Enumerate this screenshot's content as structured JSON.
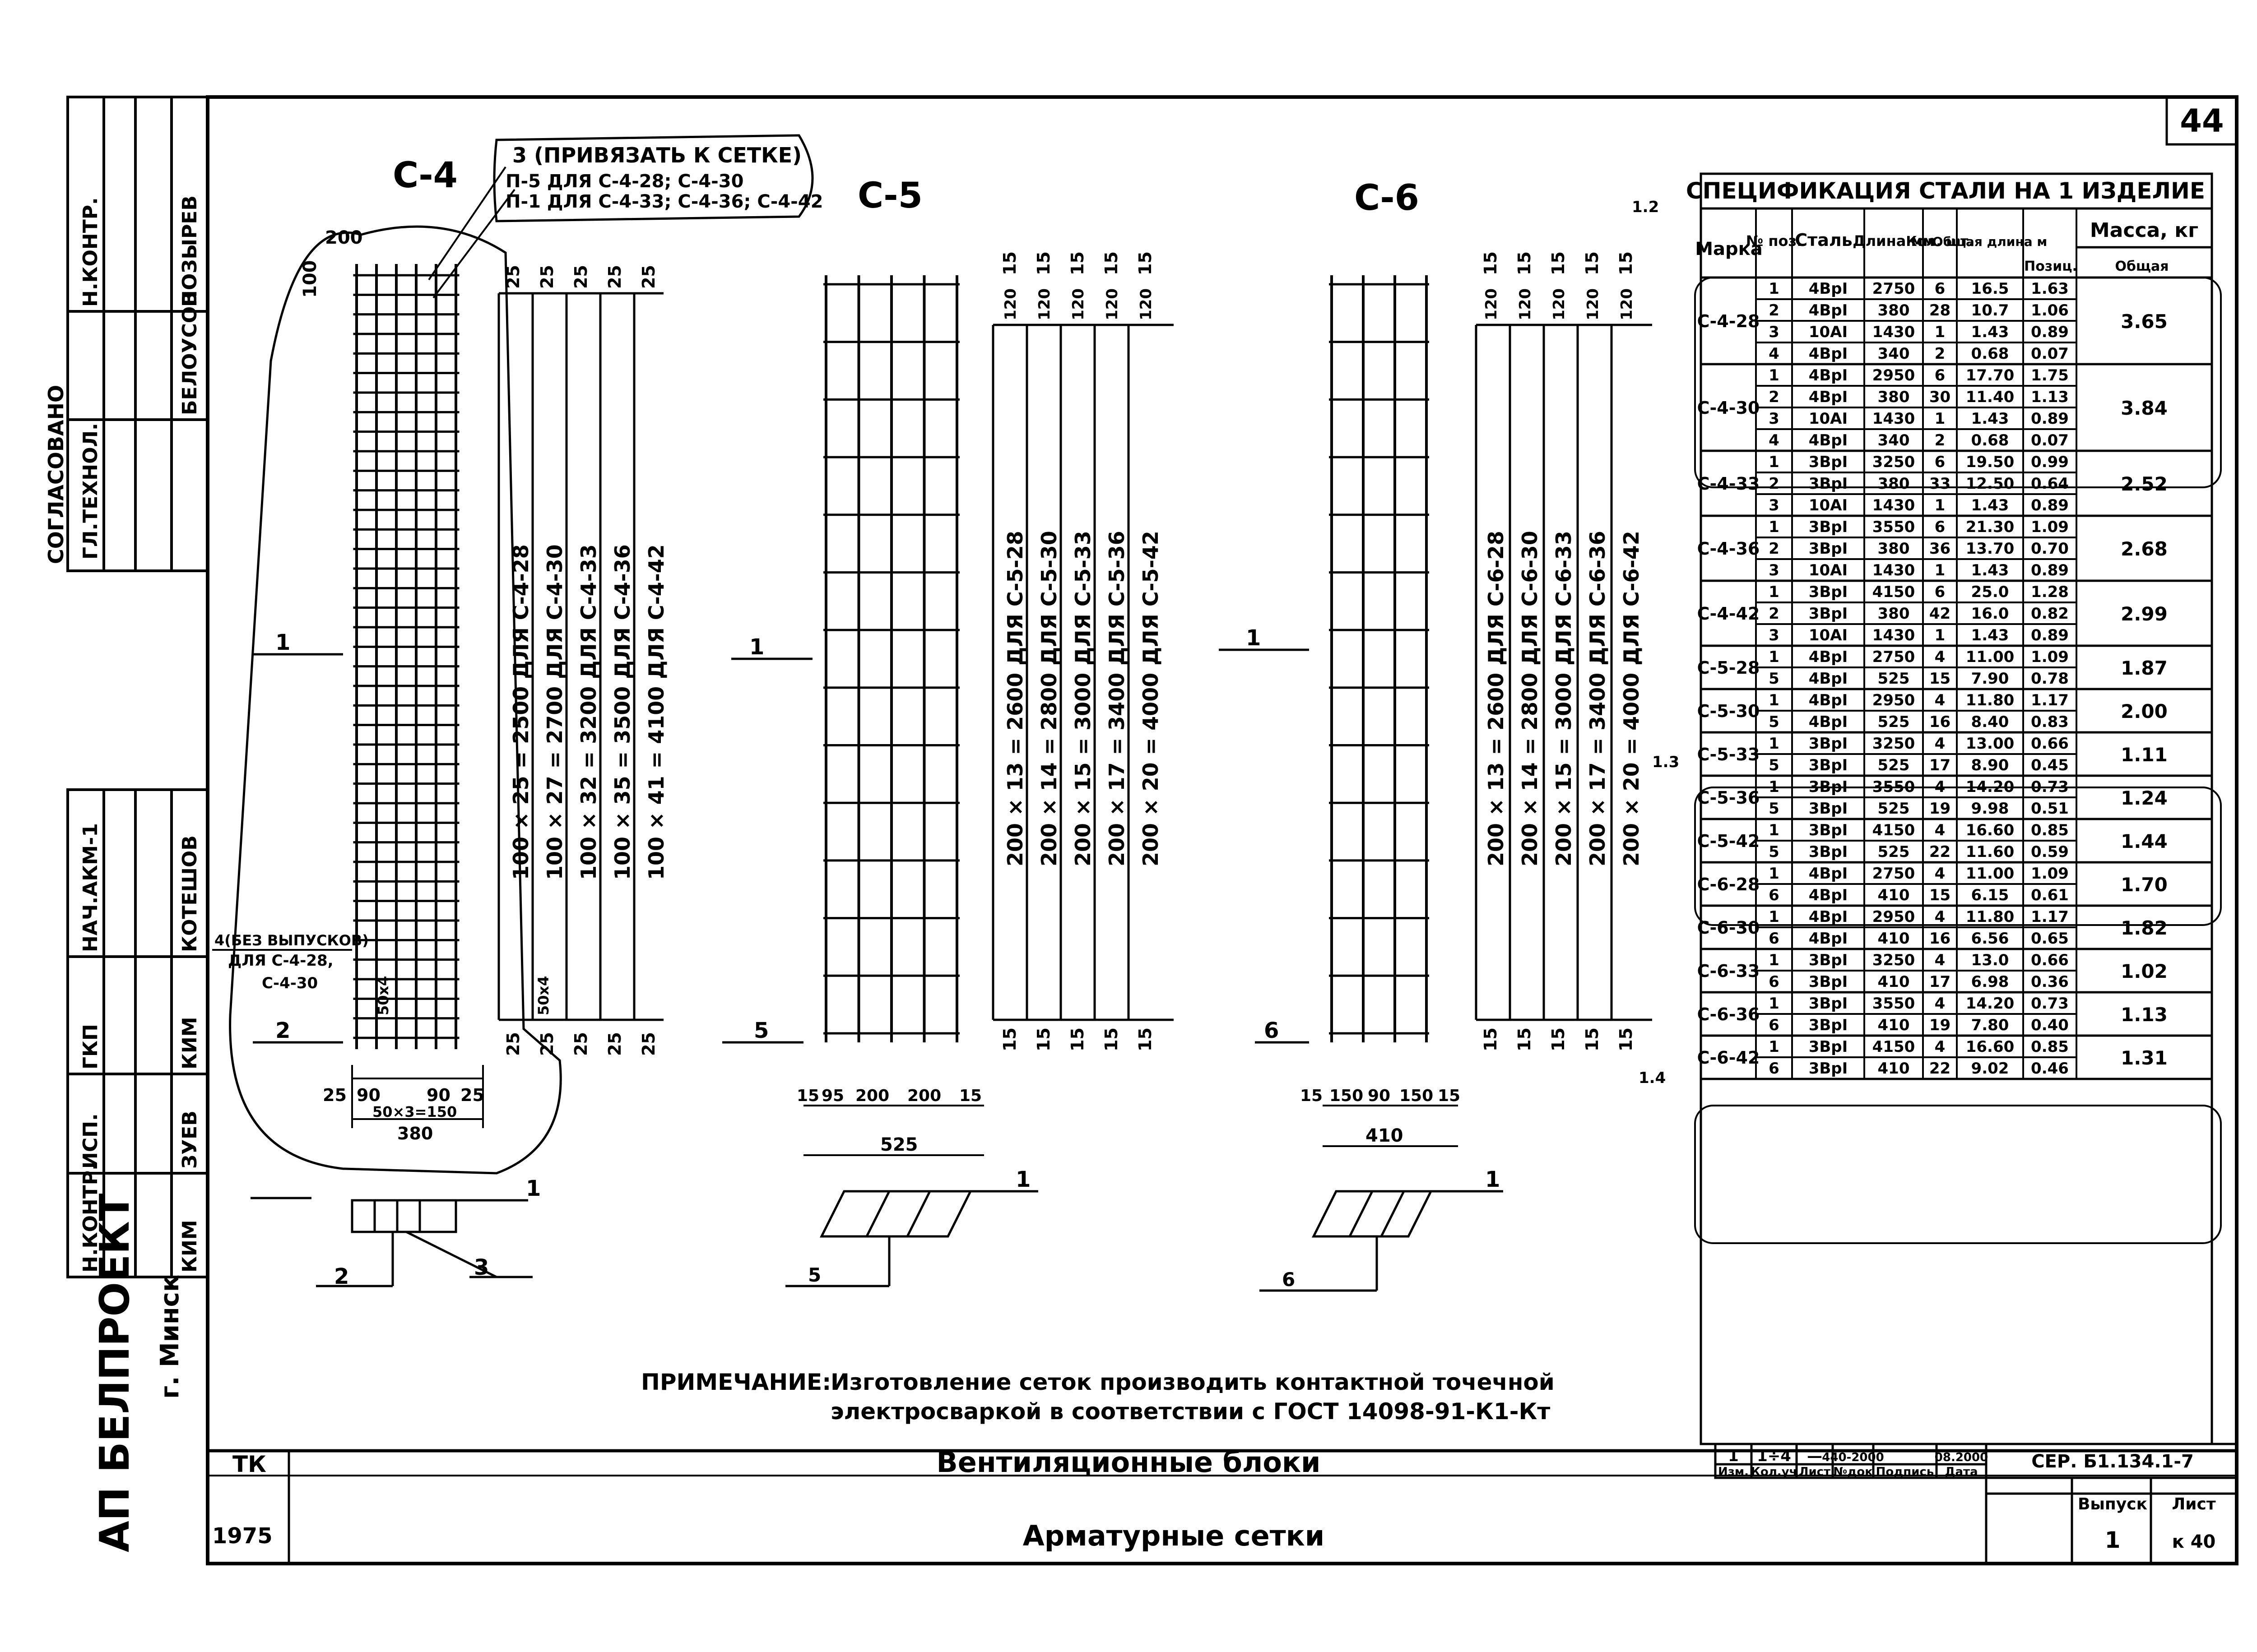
{
  "sheet_number": "44",
  "drawings": [
    {
      "label": "С-4",
      "note_lines": [
        "3 (ПРИВЯЗАТЬ К СЕТКЕ)",
        "П-5 ДЛЯ С-4-28; С-4-30",
        "П-1 ДЛЯ С-4-33; С-4-36; С-4-42"
      ],
      "top_dims": [
        "25",
        "25",
        "25",
        "25",
        "25"
      ],
      "bottom_dims": [
        "25",
        "25",
        "25",
        "25",
        "25"
      ],
      "side_dims": [
        "200",
        "100"
      ],
      "small_dims": [
        "50х4",
        "50х4"
      ],
      "length_labels": [
        "100 × 25 = 2500  ДЛЯ  С-4-28",
        "100 × 27 = 2700  ДЛЯ  С-4-30",
        "100 × 32 = 3200  ДЛЯ  С-4-33",
        "100 × 35 = 3500  ДЛЯ  С-4-36",
        "100 × 41 = 4100  ДЛЯ  С-4-42"
      ],
      "pos_note_lines": [
        "4(БЕЗ ВЫПУСКОВ)",
        "ДЛЯ С-4-28,",
        "С-4-30"
      ],
      "width_dims": [
        "25",
        "90",
        "90",
        "25"
      ],
      "sub_dim": "50×3=150",
      "total_width": "380",
      "markers": [
        "1",
        "2",
        "2",
        "3"
      ]
    },
    {
      "label": "С-5",
      "top_dims": [
        "15",
        "15",
        "15",
        "15",
        "15"
      ],
      "inner_dims": [
        "120",
        "120",
        "120",
        "120",
        "120"
      ],
      "bottom_dims": [
        "15",
        "15",
        "15",
        "15",
        "15"
      ],
      "length_labels": [
        "200 × 13 = 2600  ДЛЯ  С-5-28",
        "200 × 14 = 2800  ДЛЯ  С-5-30",
        "200 × 15 = 3000  ДЛЯ  С-5-33",
        "200 × 17 = 3400  ДЛЯ  С-5-36",
        "200 × 20 = 4000  ДЛЯ  С-5-42"
      ],
      "width_dims": [
        "15",
        "95",
        "200",
        "200",
        "15"
      ],
      "total_width": "525",
      "markers": [
        "1",
        "5",
        "1",
        "5"
      ]
    },
    {
      "label": "С-6",
      "top_dims": [
        "15",
        "15",
        "15",
        "15",
        "15"
      ],
      "inner_dims": [
        "120",
        "120",
        "120",
        "120",
        "120"
      ],
      "bottom_dims": [
        "15",
        "15",
        "15",
        "15",
        "15"
      ],
      "length_labels": [
        "200 × 13 = 2600  ДЛЯ  С-6-28",
        "200 × 14 = 2800  ДЛЯ  С-6-30",
        "200 × 15 = 3000  ДЛЯ  С-6-33",
        "200 × 17 = 3400  ДЛЯ  С-6-36",
        "200 × 20 = 4000  ДЛЯ  С-6-42"
      ],
      "width_dims": [
        "15",
        "150",
        "90",
        "150",
        "15"
      ],
      "total_width": "410",
      "markers": [
        "1",
        "6",
        "1",
        "6"
      ]
    }
  ],
  "note": {
    "label": "ПРИМЕЧАНИЕ:",
    "line1": "Изготовление сеток производить контактной точечной",
    "line2": "электросваркой в соответствии с ГОСТ 14098-91-К1-Кт"
  },
  "spec": {
    "title": "СПЕЦИФИКАЦИЯ  СТАЛИ  НА 1 ИЗДЕЛИЕ",
    "headers": [
      "Марка",
      "№ поз.",
      "Сталь",
      "Длина мм",
      "Кол. шт.",
      "Общая длина м",
      "Масса, кг"
    ],
    "mass_sub": [
      "Позиц.",
      "Общая"
    ],
    "side_refs": [
      "1.2",
      "1.3",
      "1.4"
    ],
    "groups": [
      {
        "mark": "С-4-28",
        "total": "3.65",
        "rows": [
          [
            "1",
            "4ВрI",
            "2750",
            "6",
            "16.5",
            "1.63"
          ],
          [
            "2",
            "4ВрI",
            "380",
            "28",
            "10.7",
            "1.06"
          ],
          [
            "3",
            "10АI",
            "1430",
            "1",
            "1.43",
            "0.89"
          ],
          [
            "4",
            "4ВрI",
            "340",
            "2",
            "0.68",
            "0.07"
          ]
        ]
      },
      {
        "mark": "С-4-30",
        "total": "3.84",
        "rows": [
          [
            "1",
            "4ВрI",
            "2950",
            "6",
            "17.70",
            "1.75"
          ],
          [
            "2",
            "4ВрI",
            "380",
            "30",
            "11.40",
            "1.13"
          ],
          [
            "3",
            "10АI",
            "1430",
            "1",
            "1.43",
            "0.89"
          ],
          [
            "4",
            "4ВрI",
            "340",
            "2",
            "0.68",
            "0.07"
          ]
        ]
      },
      {
        "mark": "С-4-33",
        "total": "2.52",
        "rows": [
          [
            "1",
            "3ВрI",
            "3250",
            "6",
            "19.50",
            "0.99"
          ],
          [
            "2",
            "3ВрI",
            "380",
            "33",
            "12.50",
            "0.64"
          ],
          [
            "3",
            "10АI",
            "1430",
            "1",
            "1.43",
            "0.89"
          ]
        ]
      },
      {
        "mark": "С-4-36",
        "total": "2.68",
        "rows": [
          [
            "1",
            "3ВрI",
            "3550",
            "6",
            "21.30",
            "1.09"
          ],
          [
            "2",
            "3ВрI",
            "380",
            "36",
            "13.70",
            "0.70"
          ],
          [
            "3",
            "10АI",
            "1430",
            "1",
            "1.43",
            "0.89"
          ]
        ]
      },
      {
        "mark": "С-4-42",
        "total": "2.99",
        "rows": [
          [
            "1",
            "3ВрI",
            "4150",
            "6",
            "25.0",
            "1.28"
          ],
          [
            "2",
            "3ВрI",
            "380",
            "42",
            "16.0",
            "0.82"
          ],
          [
            "3",
            "10АI",
            "1430",
            "1",
            "1.43",
            "0.89"
          ]
        ]
      },
      {
        "mark": "С-5-28",
        "total": "1.87",
        "rows": [
          [
            "1",
            "4ВрI",
            "2750",
            "4",
            "11.00",
            "1.09"
          ],
          [
            "5",
            "4ВрI",
            "525",
            "15",
            "7.90",
            "0.78"
          ]
        ]
      },
      {
        "mark": "С-5-30",
        "total": "2.00",
        "rows": [
          [
            "1",
            "4ВрI",
            "2950",
            "4",
            "11.80",
            "1.17"
          ],
          [
            "5",
            "4ВрI",
            "525",
            "16",
            "8.40",
            "0.83"
          ]
        ]
      },
      {
        "mark": "С-5-33",
        "total": "1.11",
        "rows": [
          [
            "1",
            "3ВрI",
            "3250",
            "4",
            "13.00",
            "0.66"
          ],
          [
            "5",
            "3ВрI",
            "525",
            "17",
            "8.90",
            "0.45"
          ]
        ]
      },
      {
        "mark": "С-5-36",
        "total": "1.24",
        "rows": [
          [
            "1",
            "3ВрI",
            "3550",
            "4",
            "14.20",
            "0.73"
          ],
          [
            "5",
            "3ВрI",
            "525",
            "19",
            "9.98",
            "0.51"
          ]
        ]
      },
      {
        "mark": "С-5-42",
        "total": "1.44",
        "rows": [
          [
            "1",
            "3ВрI",
            "4150",
            "4",
            "16.60",
            "0.85"
          ],
          [
            "5",
            "3ВрI",
            "525",
            "22",
            "11.60",
            "0.59"
          ]
        ]
      },
      {
        "mark": "С-6-28",
        "total": "1.70",
        "rows": [
          [
            "1",
            "4ВрI",
            "2750",
            "4",
            "11.00",
            "1.09"
          ],
          [
            "6",
            "4ВрI",
            "410",
            "15",
            "6.15",
            "0.61"
          ]
        ]
      },
      {
        "mark": "С-6-30",
        "total": "1.82",
        "rows": [
          [
            "1",
            "4ВрI",
            "2950",
            "4",
            "11.80",
            "1.17"
          ],
          [
            "6",
            "4ВрI",
            "410",
            "16",
            "6.56",
            "0.65"
          ]
        ]
      },
      {
        "mark": "С-6-33",
        "total": "1.02",
        "rows": [
          [
            "1",
            "3ВрI",
            "3250",
            "4",
            "13.0",
            "0.66"
          ],
          [
            "6",
            "3ВрI",
            "410",
            "17",
            "6.98",
            "0.36"
          ]
        ]
      },
      {
        "mark": "С-6-36",
        "total": "1.13",
        "rows": [
          [
            "1",
            "3ВрI",
            "3550",
            "4",
            "14.20",
            "0.73"
          ],
          [
            "6",
            "3ВрI",
            "410",
            "19",
            "7.80",
            "0.40"
          ]
        ]
      },
      {
        "mark": "С-6-42",
        "total": "1.31",
        "rows": [
          [
            "1",
            "3ВрI",
            "4150",
            "4",
            "16.60",
            "0.85"
          ],
          [
            "6",
            "3ВрI",
            "410",
            "22",
            "9.02",
            "0.46"
          ]
        ]
      }
    ]
  },
  "title_block": {
    "org_code": "ТК",
    "year": "1975",
    "title1": "Вентиляционные блоки",
    "title2": "Арматурные сетки",
    "rev_cells": [
      "1",
      "1÷4",
      "—",
      "440-2000",
      "",
      "08.2000"
    ],
    "rev_labels": [
      "Изм.",
      "Кол.уч",
      "Лист",
      "№док",
      "Подпись",
      "Дата"
    ],
    "series": "СЕР. Б1.134.1-7",
    "issue_label": "Выпуск",
    "issue": "1",
    "sheet_label": "Лист",
    "sheet": "к 40"
  },
  "left_stamp": {
    "org": "АП БЕЛПРОЕКТ",
    "city": "г. Минск",
    "top_rows": [
      [
        "Н.КОНТР.",
        "ПОЗЫРЕВ"
      ],
      [
        "ГЛ.ТЕХНОЛ.",
        "БЕЛОУСОВ"
      ]
    ],
    "agreed": "СОГЛАСОВАНО",
    "bottom_rows": [
      [
        "НАЧ.АКМ-1",
        "КОТЕШОВ"
      ],
      [
        "ГКП",
        "КИМ"
      ],
      [
        "ИСП.",
        "ЗУЕВ"
      ],
      [
        "Н.КОНТР.",
        "КИМ"
      ]
    ]
  }
}
